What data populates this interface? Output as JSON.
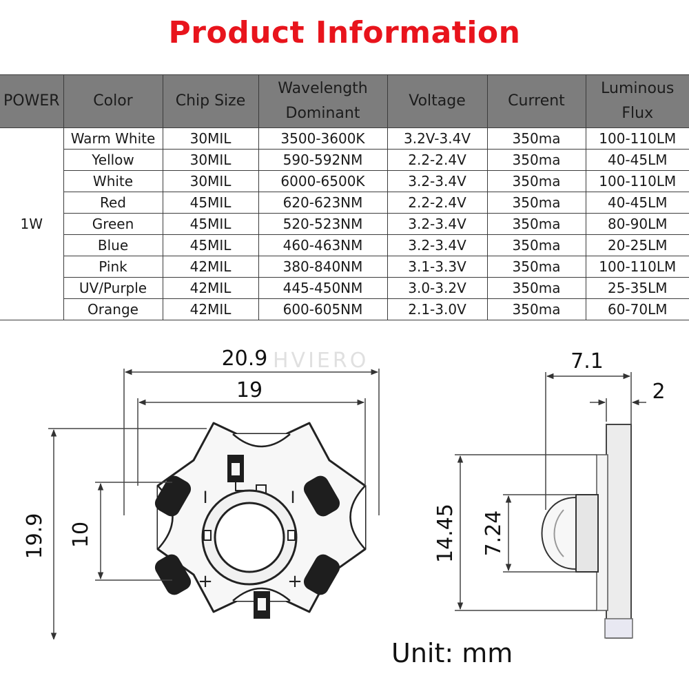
{
  "title": "Product Information",
  "table": {
    "headers": {
      "power": "POWER",
      "color": "Color",
      "chip_size": "Chip Size",
      "wavelength_line1": "Wavelength",
      "wavelength_line2": "Dominant",
      "voltage": "Voltage",
      "current": "Current",
      "luminous_line1": "Luminous",
      "luminous_line2": "Flux"
    },
    "power": "1W",
    "rows": [
      {
        "color": "Warm White",
        "chip": "30MIL",
        "wavelength": "3500-3600K",
        "voltage": "3.2V-3.4V",
        "current": "350ma",
        "flux": "100-110LM"
      },
      {
        "color": "Yellow",
        "chip": "30MIL",
        "wavelength": "590-592NM",
        "voltage": "2.2-2.4V",
        "current": "350ma",
        "flux": "40-45LM"
      },
      {
        "color": "White",
        "chip": "30MIL",
        "wavelength": "6000-6500K",
        "voltage": "3.2-3.4V",
        "current": "350ma",
        "flux": "100-110LM"
      },
      {
        "color": "Red",
        "chip": "45MIL",
        "wavelength": "620-623NM",
        "voltage": "2.2-2.4V",
        "current": "350ma",
        "flux": "40-45LM"
      },
      {
        "color": "Green",
        "chip": "45MIL",
        "wavelength": "520-523NM",
        "voltage": "3.2-3.4V",
        "current": "350ma",
        "flux": "80-90LM"
      },
      {
        "color": "Blue",
        "chip": "45MIL",
        "wavelength": "460-463NM",
        "voltage": "3.2-3.4V",
        "current": "350ma",
        "flux": "20-25LM"
      },
      {
        "color": "Pink",
        "chip": "42MIL",
        "wavelength": "380-840NM",
        "voltage": "3.1-3.3V",
        "current": "350ma",
        "flux": "100-110LM"
      },
      {
        "color": "UV/Purple",
        "chip": "42MIL",
        "wavelength": "445-450NM",
        "voltage": "3.0-3.2V",
        "current": "350ma",
        "flux": "25-35LM"
      },
      {
        "color": "Orange",
        "chip": "42MIL",
        "wavelength": "600-605NM",
        "voltage": "2.1-3.0V",
        "current": "350ma",
        "flux": "60-70LM"
      }
    ]
  },
  "dimensions": {
    "outer_width": "20.9",
    "inner_width": "19",
    "outer_height": "19.9",
    "inner_height": "10",
    "side_depth": "7.1",
    "base_thickness": "2",
    "side_height": "14.45",
    "lens_height": "7.24"
  },
  "pad_labels": {
    "minus": "I",
    "plus": "+"
  },
  "watermark": "HVIERO",
  "unit_label": "Unit: mm"
}
